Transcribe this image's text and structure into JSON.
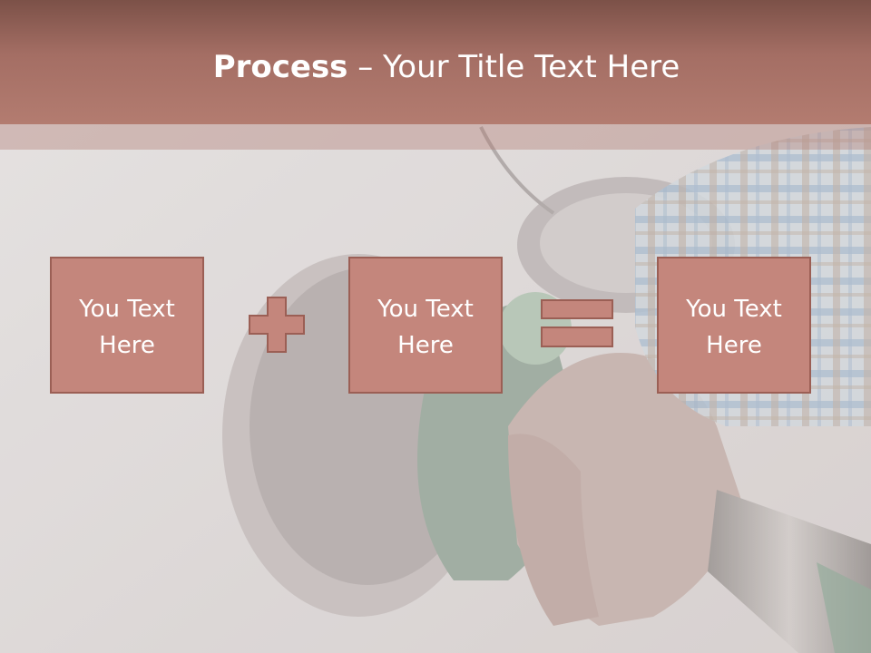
{
  "slide": {
    "title_bold": "Process",
    "title_rest": " – Your Title Text Here",
    "background": "fuel-pump-photo",
    "boxes": [
      {
        "label": "You Text\nHere"
      },
      {
        "label": "You Text\nHere"
      },
      {
        "label": "You Text\nHere"
      }
    ],
    "operators": [
      "plus-icon",
      "equals-icon"
    ],
    "colors": {
      "title_bar": "#a46e64",
      "box_fill": "#c4867c",
      "box_border": "#9b5f55",
      "operator_fill": "#c4867c",
      "text": "#ffffff"
    }
  }
}
